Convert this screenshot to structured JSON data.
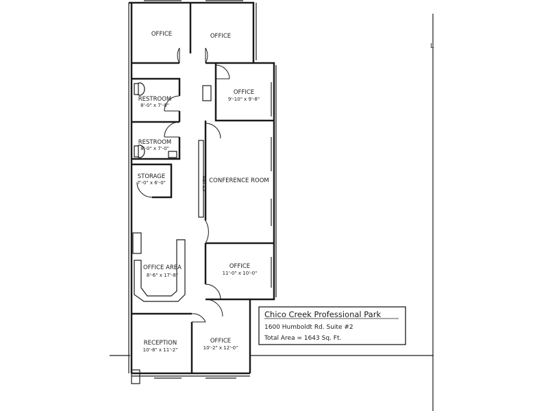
{
  "rooms": {
    "office_top_left": {
      "name": "OFFICE"
    },
    "office_top_right": {
      "name": "OFFICE"
    },
    "office_right_upper": {
      "name": "OFFICE",
      "dims": "9'-10\" x 9'-8\""
    },
    "restroom_1": {
      "name": "RESTROOM",
      "dims": "8'-0\" x 7'-0\""
    },
    "restroom_2": {
      "name": "RESTROOM",
      "dims": "8'-0\" x 7'-0\""
    },
    "storage": {
      "name": "STORAGE",
      "dims": "7'-0\" x 6'-0\""
    },
    "conference": {
      "name": "CONFERENCE ROOM"
    },
    "office_area": {
      "name": "OFFICE AREA",
      "dims": "8'-6\" x 17'-8\""
    },
    "office_right_lower": {
      "name": "OFFICE",
      "dims": "11'-0\" x 10'-0\""
    },
    "reception": {
      "name": "RECEPTION",
      "dims": "10'-8\" x 11'-2\""
    },
    "office_bottom": {
      "name": "OFFICE",
      "dims": "10'-2\" x 12'-0\""
    }
  },
  "shelf_label": "ABI 15",
  "margin_mark": "L",
  "info": {
    "title": "Chico Creek Professional Park",
    "address": "1600 Humboldt Rd.  Suite #2",
    "area": "Total Area = 1643 Sq. Ft."
  }
}
